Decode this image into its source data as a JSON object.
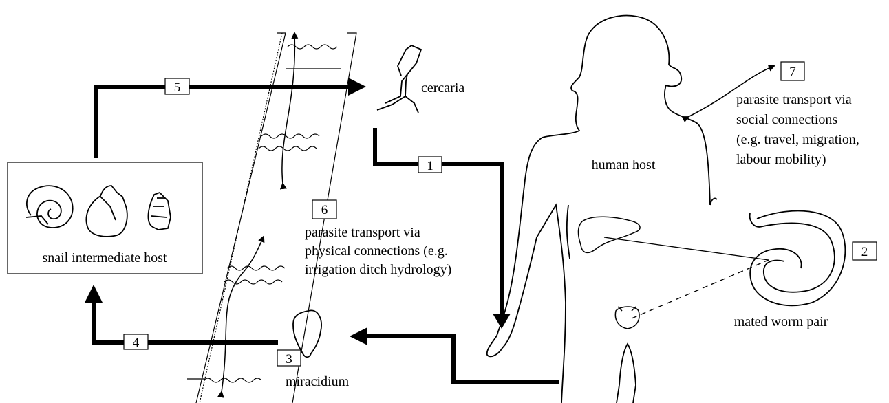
{
  "labels": {
    "cercaria": "cercaria",
    "human_host": "human host",
    "snail_host": "snail intermediate host",
    "miracidium": "miracidium",
    "worm_pair": "mated  worm pair",
    "physical_1": "parasite transport via",
    "physical_2": "physical connections (e.g.",
    "physical_3": "irrigation ditch hydrology)",
    "social_1": "parasite transport via",
    "social_2": "social connections",
    "social_3": "(e.g. travel, migration,",
    "social_4": "labour mobility)"
  },
  "steps": {
    "s1": "1",
    "s2": "2",
    "s3": "3",
    "s4": "4",
    "s5": "5",
    "s6": "6",
    "s7": "7"
  }
}
